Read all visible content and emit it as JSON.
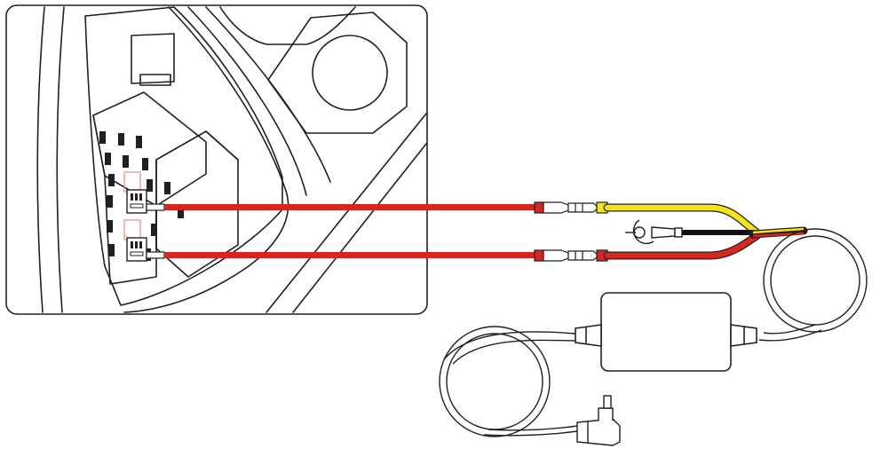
{
  "diagram": {
    "type": "wiring-illustration",
    "colors": {
      "outline": "#231f20",
      "wire_red": "#d7261e",
      "wire_yellow": "#f4e21b",
      "wire_black": "#111111",
      "highlight": "#e98a8a",
      "background": "#ffffff"
    },
    "parts": [
      {
        "id": "fuse-box-panel",
        "icon": "fuse-box-icon"
      },
      {
        "id": "add-a-fuse-tap-top",
        "icon": "fuse-tap-icon"
      },
      {
        "id": "add-a-fuse-tap-bottom",
        "icon": "fuse-tap-icon"
      },
      {
        "id": "bullet-connector-top",
        "icon": "connector-icon"
      },
      {
        "id": "bullet-connector-bottom",
        "icon": "connector-icon"
      },
      {
        "id": "ground-ring-terminal",
        "icon": "ring-terminal-icon"
      },
      {
        "id": "hardwire-converter-box",
        "icon": "converter-box-icon"
      },
      {
        "id": "coiled-cable",
        "icon": "coil-icon"
      },
      {
        "id": "usb-right-angle-plug",
        "icon": "usb-plug-icon"
      }
    ],
    "wires": [
      {
        "id": "acc-wire",
        "color": "red",
        "from": "fuse-tap-top",
        "to": "yellow-lead"
      },
      {
        "id": "battery-wire",
        "color": "red",
        "from": "fuse-tap-bottom",
        "to": "red-lead"
      },
      {
        "id": "ground-wire",
        "color": "black",
        "from": "ring-terminal",
        "to": "harness"
      }
    ]
  }
}
